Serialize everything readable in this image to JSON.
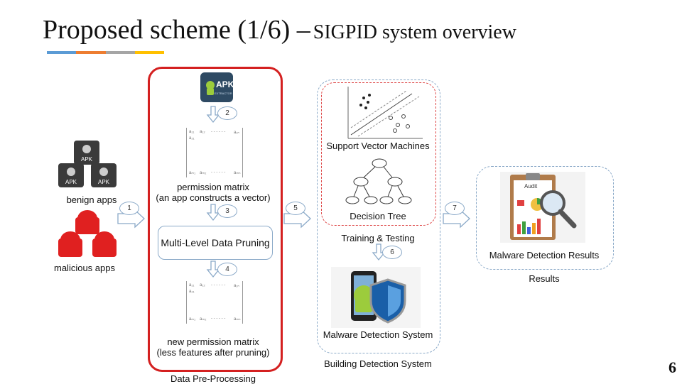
{
  "title": {
    "main": "Proposed scheme (1/6) –",
    "sub": "SIGPID system overview"
  },
  "underline_colors": [
    "#5b9bd5",
    "#ed7d31",
    "#a5a5a5",
    "#ffc000"
  ],
  "apk_icon": {
    "label": "APK",
    "sublabel": "EXTRACTOR"
  },
  "labels": {
    "benign_apps": "benign apps",
    "malicious_apps": "malicious apps",
    "permission_matrix_1": "permission matrix",
    "permission_matrix_2": "(an app constructs a vector)",
    "pruning": "Multi-Level Data Pruning",
    "new_matrix_1": "new permission matrix",
    "new_matrix_2": "(less features after pruning)",
    "data_preprocessing": "Data Pre-Processing",
    "svm": "Support Vector Machines",
    "decision_tree": "Decision Tree",
    "training_testing": "Training & Testing",
    "malware_system": "Malware Detection System",
    "building_system": "Building Detection System",
    "malware_results": "Malware Detection Results",
    "results": "Results",
    "audit": "Audit"
  },
  "apk_tile_text": "APK",
  "steps": [
    "1",
    "2",
    "3",
    "4",
    "5",
    "6",
    "7"
  ],
  "matrix": {
    "a11": "a₁₁",
    "a12": "a₁₂",
    "dots": "- - - - - -",
    "a1n": "a₁ₙ",
    "a21": "a₂₁",
    "am1": "aₘ₁",
    "am2": "aₘ₂",
    "amn": "aₘₙ"
  },
  "page_number": "6",
  "colors": {
    "red_box": "#d42020",
    "panel_border": "#8aa9c8",
    "malicious": "#e02020"
  }
}
